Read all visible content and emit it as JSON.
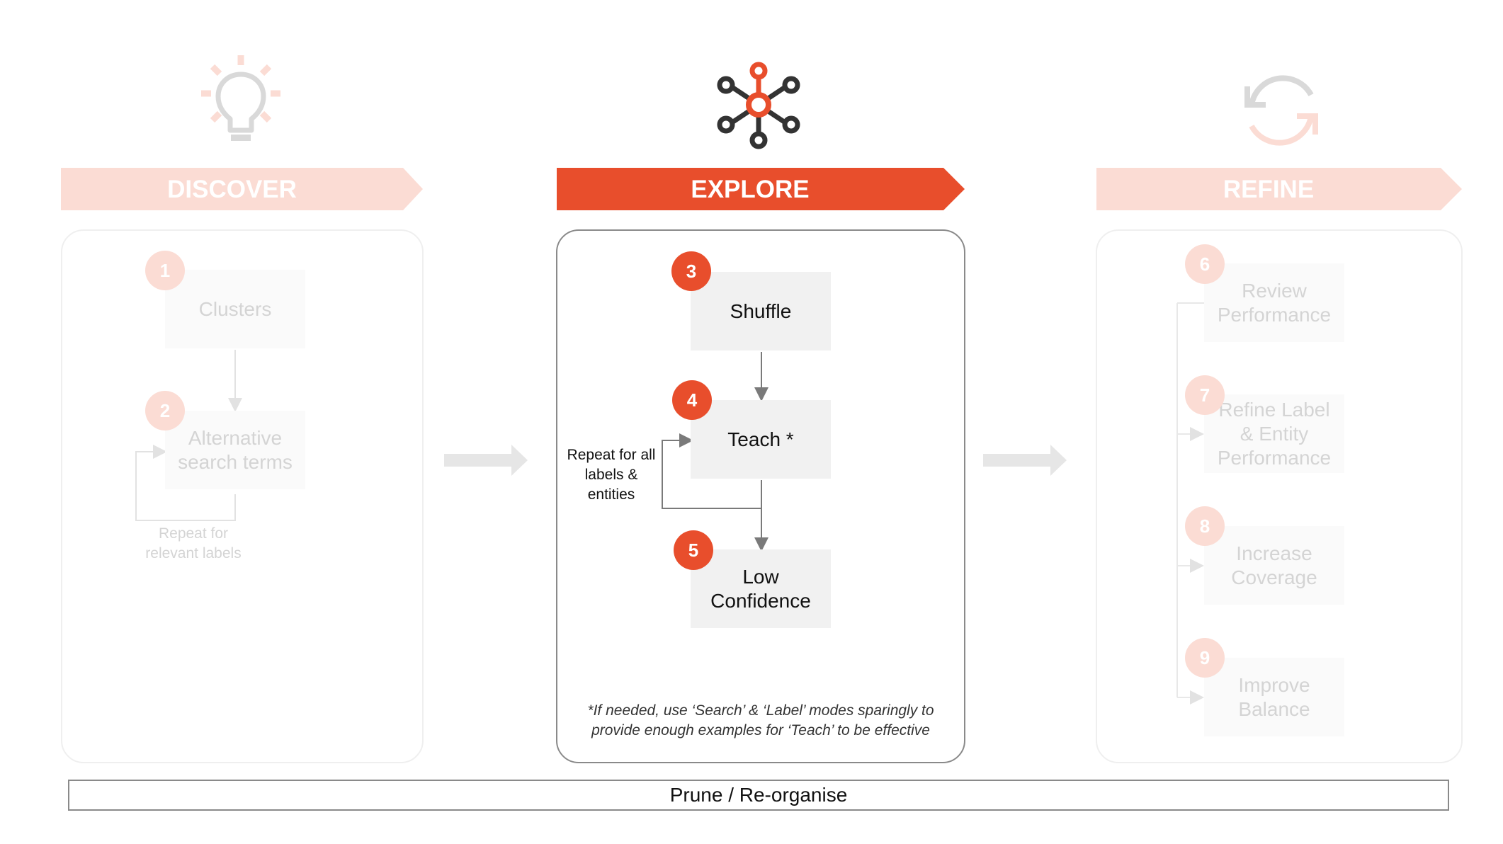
{
  "colors": {
    "accent": "#e84e2c",
    "accent_faded": "#fbdcd4",
    "text_faded": "#d4d4d4",
    "box_faded": "#fafafa",
    "box_active": "#f1f1f1",
    "icon_dark": "#333333",
    "icon_gray": "#d9d9d9",
    "arrow_gray": "#e6e6e6"
  },
  "phases": {
    "discover": {
      "title": "DISCOVER",
      "icon": "lightbulb-icon",
      "steps": [
        {
          "number": "1",
          "label": "Clusters"
        },
        {
          "number": "2",
          "label": "Alternative search terms"
        }
      ],
      "loop_note": "Repeat for relevant labels"
    },
    "explore": {
      "title": "EXPLORE",
      "icon": "network-nodes-icon",
      "steps": [
        {
          "number": "3",
          "label": "Shuffle"
        },
        {
          "number": "4",
          "label": "Teach *"
        },
        {
          "number": "5",
          "label": "Low Confidence"
        }
      ],
      "loop_note": "Repeat for all labels & entities",
      "footnote": "*If needed, use ‘Search’ & ‘Label’ modes sparingly to provide enough examples for ‘Teach’ to be effective"
    },
    "refine": {
      "title": "REFINE",
      "icon": "refresh-cycle-icon",
      "steps": [
        {
          "number": "6",
          "label": "Review Performance"
        },
        {
          "number": "7",
          "label": "Refine Label & Entity Performance"
        },
        {
          "number": "8",
          "label": "Increase Coverage"
        },
        {
          "number": "9",
          "label": "Improve Balance"
        }
      ]
    }
  },
  "prune_bar": {
    "label": "Prune / Re-organise"
  }
}
